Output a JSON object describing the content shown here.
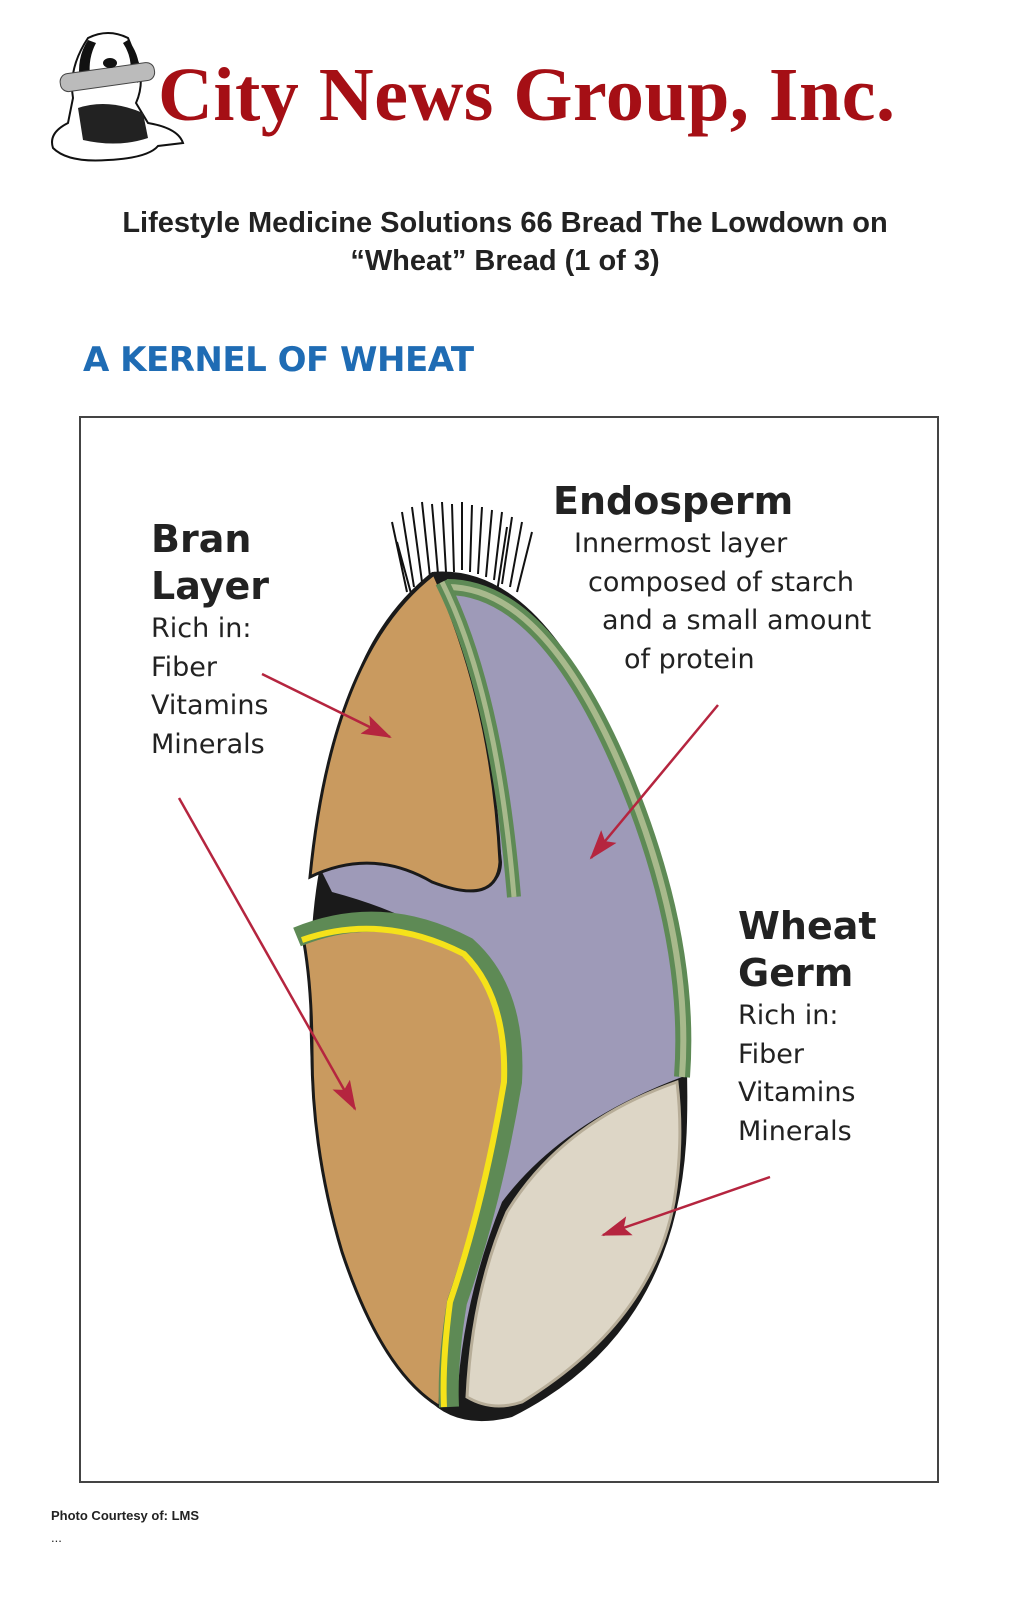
{
  "header": {
    "brand_name": "City News Group, Inc.",
    "logo": "dog-with-newspaper-logo"
  },
  "article": {
    "title": "Lifestyle Medicine Solutions 66 Bread The Lowdown on “Wheat” Bread (1 of 3)"
  },
  "figure": {
    "heading": "A KERNEL OF WHEAT",
    "bran": {
      "title1": "Bran",
      "title2": "Layer",
      "lines": [
        "Rich in:",
        "Fiber",
        "Vitamins",
        "Minerals"
      ]
    },
    "endosperm": {
      "title": "Endosperm",
      "lines": [
        "Innermost layer",
        "composed of starch",
        "and a small amount",
        "of protein"
      ]
    },
    "germ": {
      "title1": "Wheat",
      "title2": "Germ",
      "lines": [
        "Rich in:",
        "Fiber",
        "Vitamins",
        "Minerals"
      ]
    },
    "colors": {
      "bran": "#c99a5f",
      "endosperm": "#9e9ab8",
      "germ": "#ddd6c6",
      "arrow": "#b5253f"
    }
  },
  "footer": {
    "caption": "Photo Courtesy of: LMS",
    "more": "..."
  }
}
